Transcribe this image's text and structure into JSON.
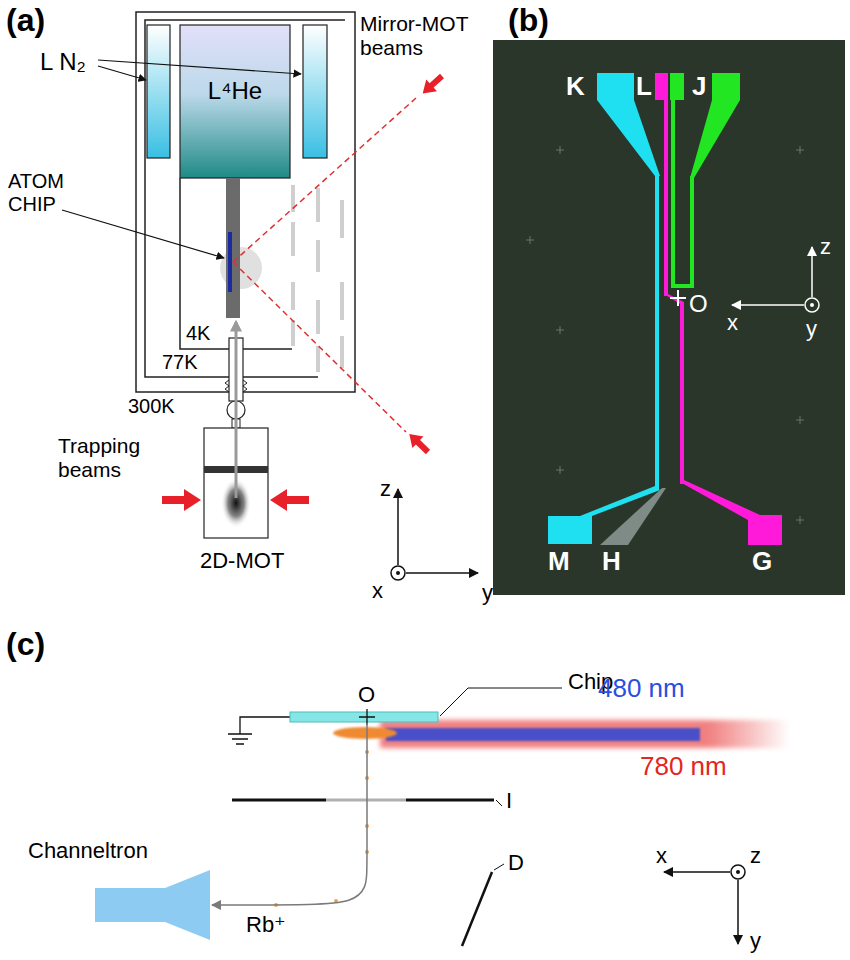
{
  "diagram": {
    "nodes": [
      {
        "text": [
          "L⁴He"
        ]
      },
      {
        "text": [
          "2D-MOT"
        ]
      },
      {
        "text": [
          "Chip"
        ]
      },
      {
        "text": [
          "Channeltron"
        ]
      }
    ],
    "edges": [
      {
        "from": 2,
        "to": 3,
        "arrow": "to",
        "label": "Rb⁺"
      }
    ],
    "labels": [
      "(a)",
      "L N₂",
      "Mirror-MOT beams",
      "ATOM CHIP",
      "4K",
      "77K",
      "300K",
      "Trapping beams",
      "z",
      "x",
      "y",
      "(b)",
      "K",
      "L",
      "J",
      "O",
      "M",
      "H",
      "G",
      "z",
      "x",
      "y",
      "(c)",
      "O",
      "480 nm",
      "780 nm",
      "I",
      "D",
      "x",
      "z",
      "y"
    ]
  }
}
